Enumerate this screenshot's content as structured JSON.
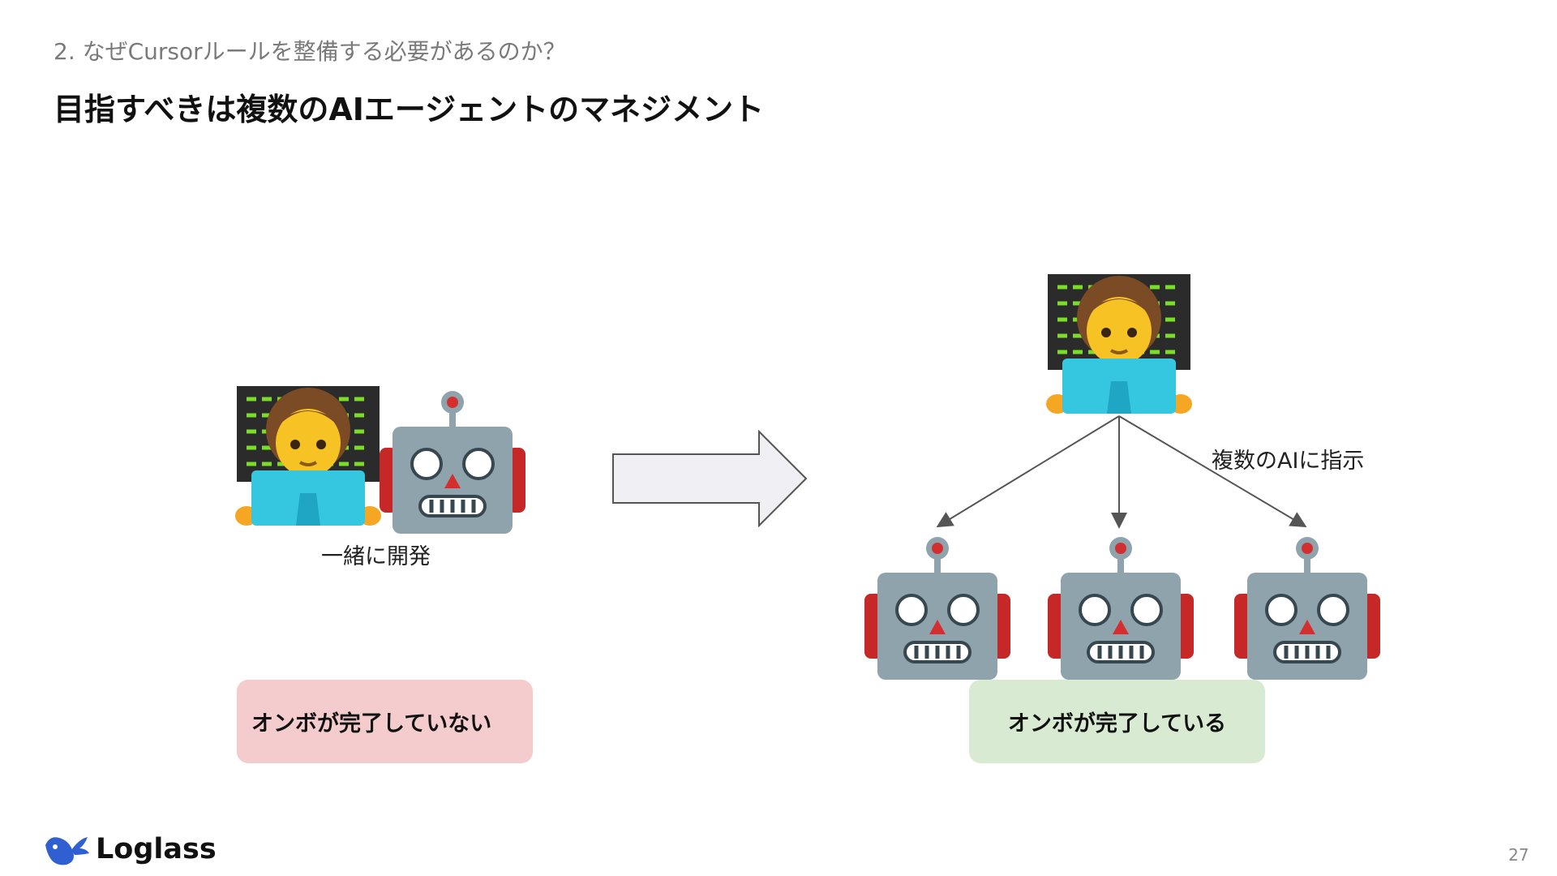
{
  "slide": {
    "section_heading": "2. なぜCursorルールを整備する必要があるのか？",
    "title": "目指すべきは複数のAIエージェントのマネジメント",
    "page_number": "27"
  },
  "left_scene": {
    "caption": "一緒に開発",
    "status_label": "オンボが完了していない",
    "status_color": "#f5cccd"
  },
  "right_scene": {
    "instruction_label": "複数のAIに指示",
    "status_label": "オンボが完了している",
    "status_color": "#d9ead3"
  },
  "icons": {
    "person": "technologist-icon",
    "robot": "robot-icon",
    "arrow": "right-arrow-icon"
  },
  "brand": {
    "name": "Loglass",
    "color": "#2f5fd0"
  }
}
